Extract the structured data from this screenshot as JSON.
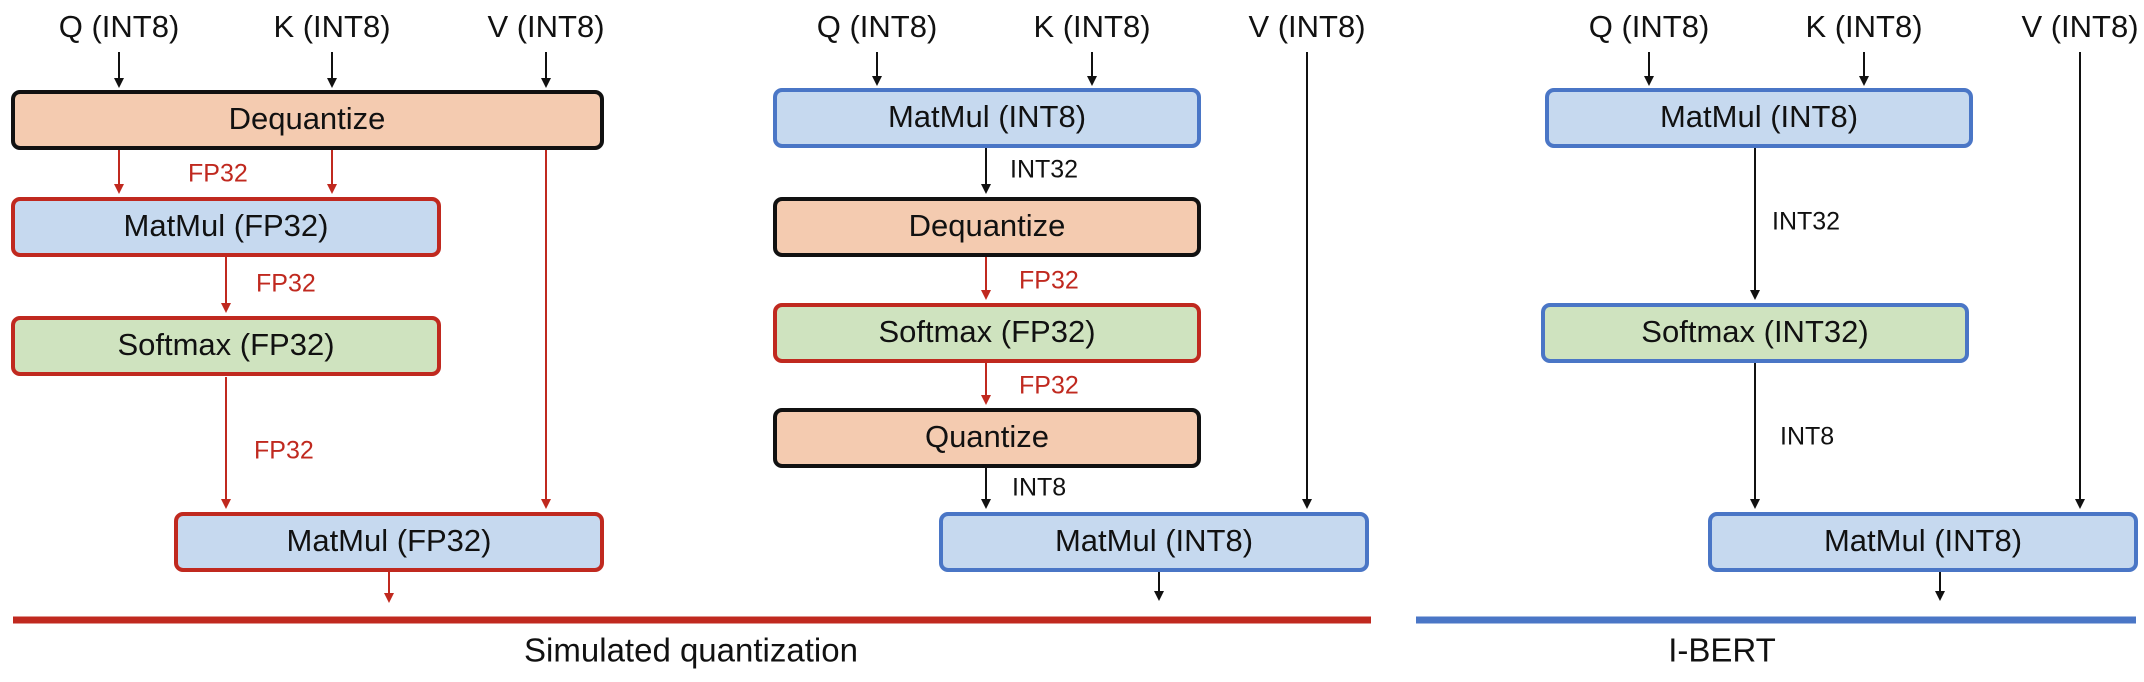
{
  "colors": {
    "orange_fill": "#f4cbb0",
    "blue_fill": "#c6d9ef",
    "green_fill": "#cfe3bf",
    "red": "#c0291f",
    "blue": "#4a76c6",
    "black": "#111111"
  },
  "panel1": {
    "inputs": {
      "q": "Q (INT8)",
      "k": "K (INT8)",
      "v": "V (INT8)"
    },
    "boxes": {
      "dequantize": "Dequantize",
      "matmul1": "MatMul (FP32)",
      "softmax": "Softmax (FP32)",
      "matmul2": "MatMul (FP32)"
    },
    "edges": {
      "deq_to_matmul": "FP32",
      "matmul_to_softmax": "FP32",
      "softmax_to_matmul": "FP32"
    }
  },
  "panel2": {
    "inputs": {
      "q": "Q (INT8)",
      "k": "K (INT8)",
      "v": "V (INT8)"
    },
    "boxes": {
      "matmul1": "MatMul (INT8)",
      "dequantize": "Dequantize",
      "softmax": "Softmax (FP32)",
      "quantize": "Quantize",
      "matmul2": "MatMul (INT8)"
    },
    "edges": {
      "matmul_to_deq": "INT32",
      "deq_to_softmax": "FP32",
      "softmax_to_quant": "FP32",
      "quant_to_matmul": "INT8"
    }
  },
  "panel3": {
    "inputs": {
      "q": "Q (INT8)",
      "k": "K (INT8)",
      "v": "V (INT8)"
    },
    "boxes": {
      "matmul1": "MatMul (INT8)",
      "softmax": "Softmax (INT32)",
      "matmul2": "MatMul (INT8)"
    },
    "edges": {
      "matmul_to_softmax": "INT32",
      "softmax_to_matmul": "INT8"
    }
  },
  "sections": {
    "simulated": "Simulated quantization",
    "ibert": "I-BERT"
  }
}
